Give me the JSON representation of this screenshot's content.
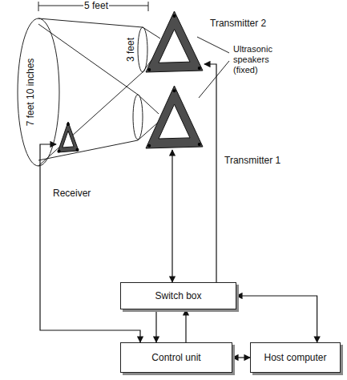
{
  "diagram": {
    "nodes": [
      {
        "text": [
          "Transmitter 2"
        ]
      },
      {
        "text": [
          "Transmitter 1"
        ]
      },
      {
        "text": [
          "Receiver"
        ]
      },
      {
        "text": [
          "Switch box"
        ]
      },
      {
        "text": [
          "Control unit"
        ]
      },
      {
        "text": [
          "Host computer"
        ]
      }
    ],
    "edges": [
      {
        "from": 1,
        "to": 3,
        "arrow": "both"
      },
      {
        "from": 3,
        "to": 0,
        "arrow": "to"
      },
      {
        "from": 2,
        "to": 4,
        "arrow": "both"
      },
      {
        "from": 3,
        "to": 4,
        "arrow": "to"
      },
      {
        "from": 4,
        "to": 3,
        "arrow": "to"
      },
      {
        "from": 3,
        "to": 5,
        "arrow": "both"
      },
      {
        "from": 4,
        "to": 5,
        "arrow": "both"
      }
    ],
    "labels": [
      "5 feet",
      "7 feet 10 inches",
      "3 feet",
      "Ultrasonic speakers (fixed)"
    ]
  }
}
